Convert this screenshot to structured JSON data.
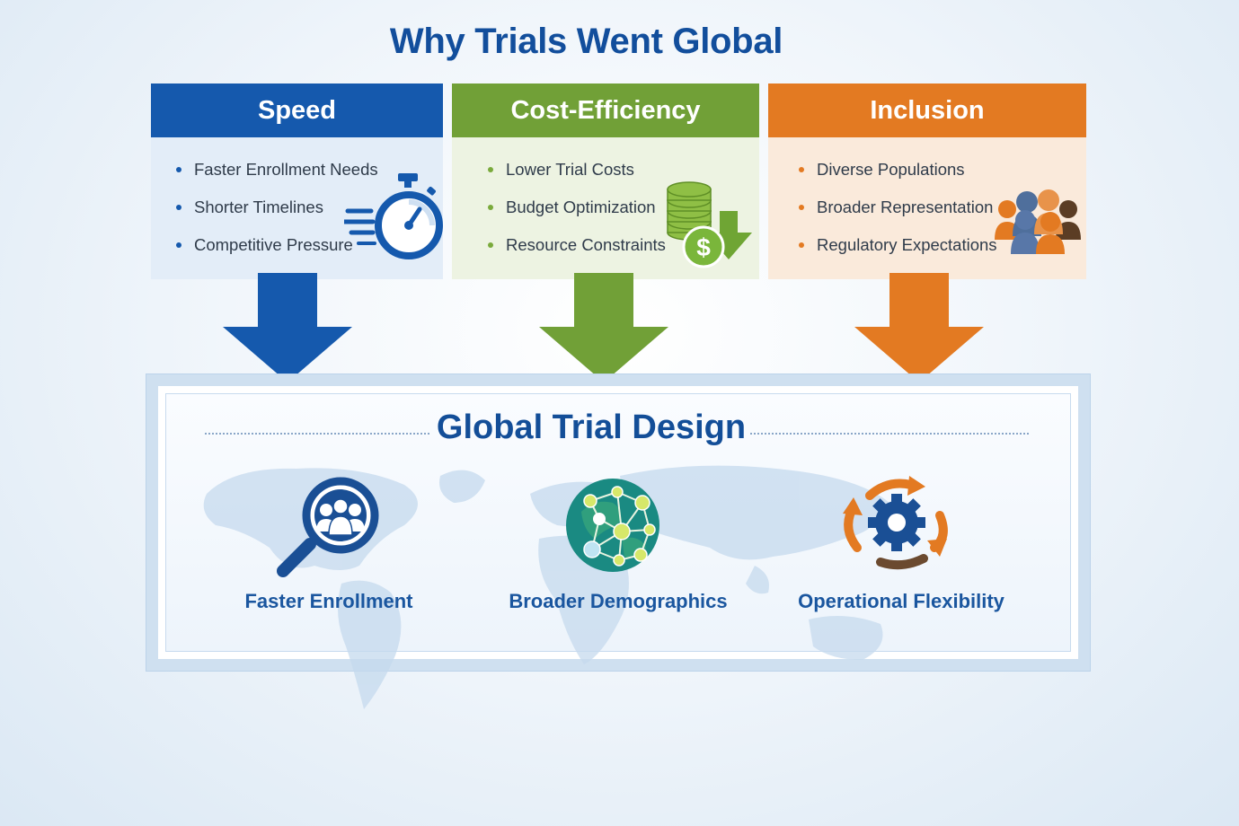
{
  "title": "Why Trials Went Global",
  "cards": [
    {
      "title": "Speed",
      "color": "#1559ad",
      "icon": "stopwatch-icon",
      "items": [
        "Faster Enrollment Needs",
        "Shorter Timelines",
        "Competitive Pressure"
      ]
    },
    {
      "title": "Cost-Efficiency",
      "color": "#71a037",
      "icon": "coins-dollar-down-icon",
      "items": [
        "Lower Trial Costs",
        "Budget Optimization",
        "Resource Constraints"
      ]
    },
    {
      "title": "Inclusion",
      "color": "#e37a22",
      "icon": "diverse-people-icon",
      "items": [
        "Diverse Populations",
        "Broader Representation",
        "Regulatory Expectations"
      ]
    }
  ],
  "design": {
    "title": "Global Trial Design",
    "features": [
      {
        "label": "Faster Enrollment",
        "icon": "magnifier-people-icon"
      },
      {
        "label": "Broader Demographics",
        "icon": "network-globe-icon"
      },
      {
        "label": "Operational Flexibility",
        "icon": "gear-cycle-icon"
      }
    ]
  }
}
